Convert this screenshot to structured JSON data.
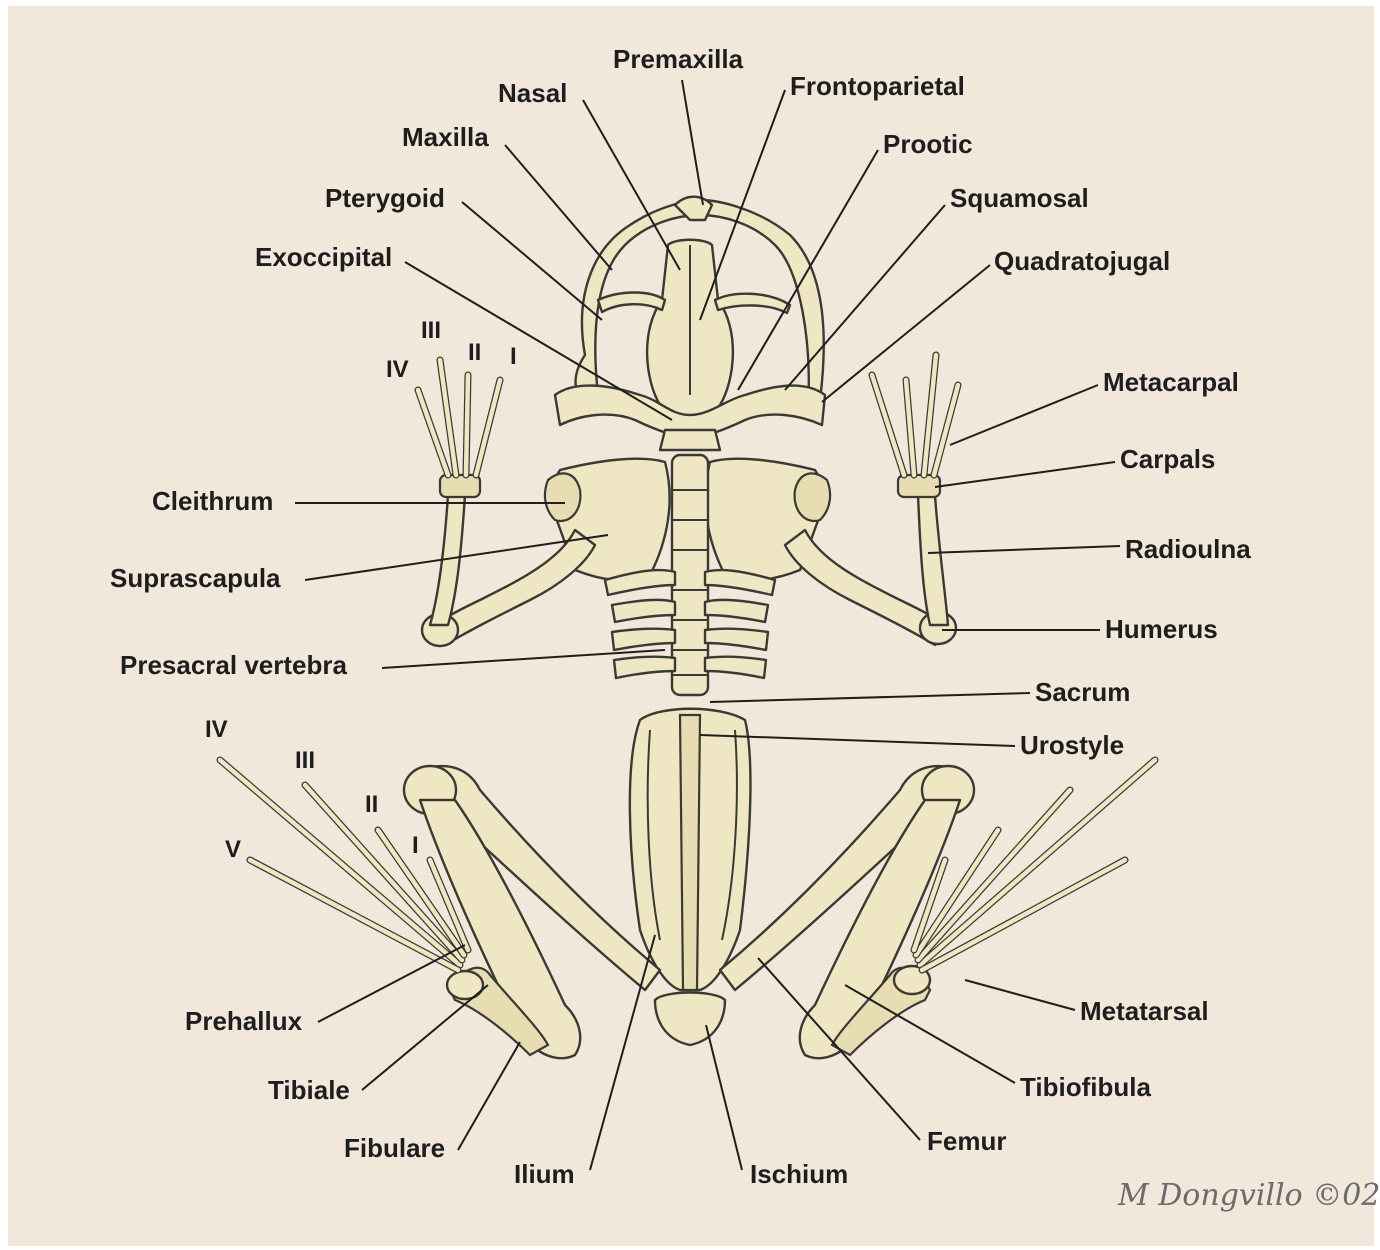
{
  "labels": {
    "premaxilla": "Premaxilla",
    "nasal": "Nasal",
    "frontoparietal": "Frontoparietal",
    "maxilla": "Maxilla",
    "prootic": "Prootic",
    "pterygoid": "Pterygoid",
    "squamosal": "Squamosal",
    "exoccipital": "Exoccipital",
    "quadratojugal": "Quadratojugal",
    "metacarpal": "Metacarpal",
    "carpals": "Carpals",
    "cleithrum": "Cleithrum",
    "radioulna": "Radioulna",
    "suprascapula": "Suprascapula",
    "humerus": "Humerus",
    "presacral_vertebra": "Presacral vertebra",
    "sacrum": "Sacrum",
    "urostyle": "Urostyle",
    "metatarsal": "Metatarsal",
    "prehallux": "Prehallux",
    "tibiofibula": "Tibiofibula",
    "tibiale": "Tibiale",
    "femur": "Femur",
    "fibulare": "Fibulare",
    "ilium": "Ilium",
    "ischium": "Ischium"
  },
  "forelimb_digits": [
    "IV",
    "III",
    "II",
    "I"
  ],
  "hindlimb_digits": [
    "IV",
    "III",
    "II",
    "V",
    "I"
  ],
  "signature": "M Dongvillo ©02",
  "colors": {
    "background": "#f1e7db",
    "bone": "#efe7c4",
    "outline": "#3b3a32",
    "text": "#1e1e1e"
  }
}
